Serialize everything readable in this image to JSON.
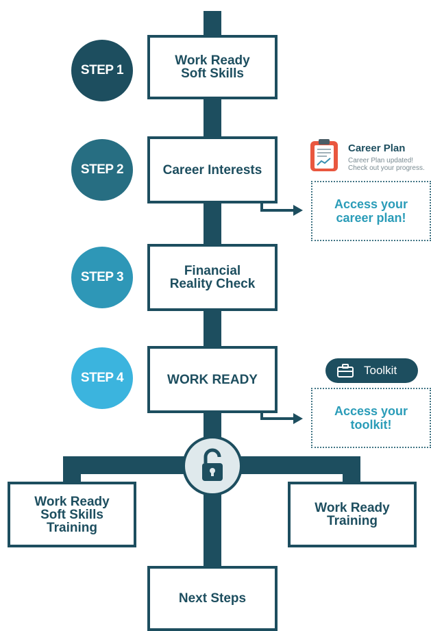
{
  "colors": {
    "main": "#1d4e5f",
    "step1": "#1d4e5f",
    "step2": "#276e82",
    "step3": "#2e97b7",
    "step4": "#3bb4de",
    "accent_text": "#2a9cb8",
    "lock_circle": "#dfe9ec"
  },
  "steps": [
    {
      "label": "STEP 1",
      "box": "Work Ready\nSoft Skills"
    },
    {
      "label": "STEP 2",
      "box": "Career Interests"
    },
    {
      "label": "STEP 3",
      "box": "Financial\nReality Check"
    },
    {
      "label": "STEP 4",
      "box": "WORK READY"
    }
  ],
  "career_plan": {
    "icon": "clipboard-chart-icon",
    "title": "Career Plan",
    "subtitle": "Career Plan updated!\nCheck out your progress.",
    "callout": "Access your\ncareer plan!"
  },
  "toolkit": {
    "icon": "toolbox-icon",
    "label": "Toolkit",
    "callout": "Access your\ntoolkit!"
  },
  "lock_icon": "unlocked-padlock-icon",
  "branches": {
    "left": "Work Ready\nSoft Skills\nTraining",
    "right": "Work Ready\nTraining",
    "bottom": "Next Steps"
  }
}
